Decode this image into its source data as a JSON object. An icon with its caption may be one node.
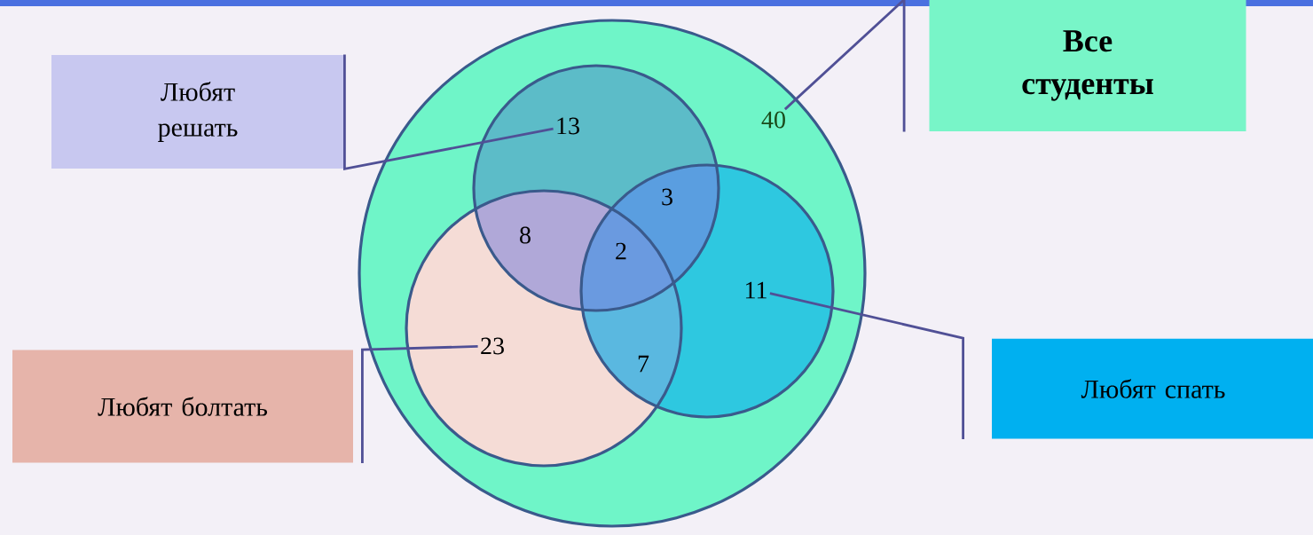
{
  "diagram": {
    "nodes": [
      {
        "text": [
          "Любят решать"
        ]
      },
      {
        "text": [
          "Все студенты"
        ]
      },
      {
        "text": [
          "Любят болтать"
        ]
      },
      {
        "text": [
          "Любят спать"
        ]
      },
      {
        "text": [
          "13"
        ]
      },
      {
        "text": [
          "40"
        ]
      },
      {
        "text": [
          "23"
        ]
      },
      {
        "text": [
          "11"
        ]
      }
    ],
    "edges": [
      {
        "from": 0,
        "to": 4,
        "arrow": "none"
      },
      {
        "from": 1,
        "to": 5,
        "arrow": "none"
      },
      {
        "from": 2,
        "to": 6,
        "arrow": "none"
      },
      {
        "from": 3,
        "to": 7,
        "arrow": "none"
      }
    ],
    "labels": [
      "8",
      "3",
      "2",
      "7"
    ]
  }
}
